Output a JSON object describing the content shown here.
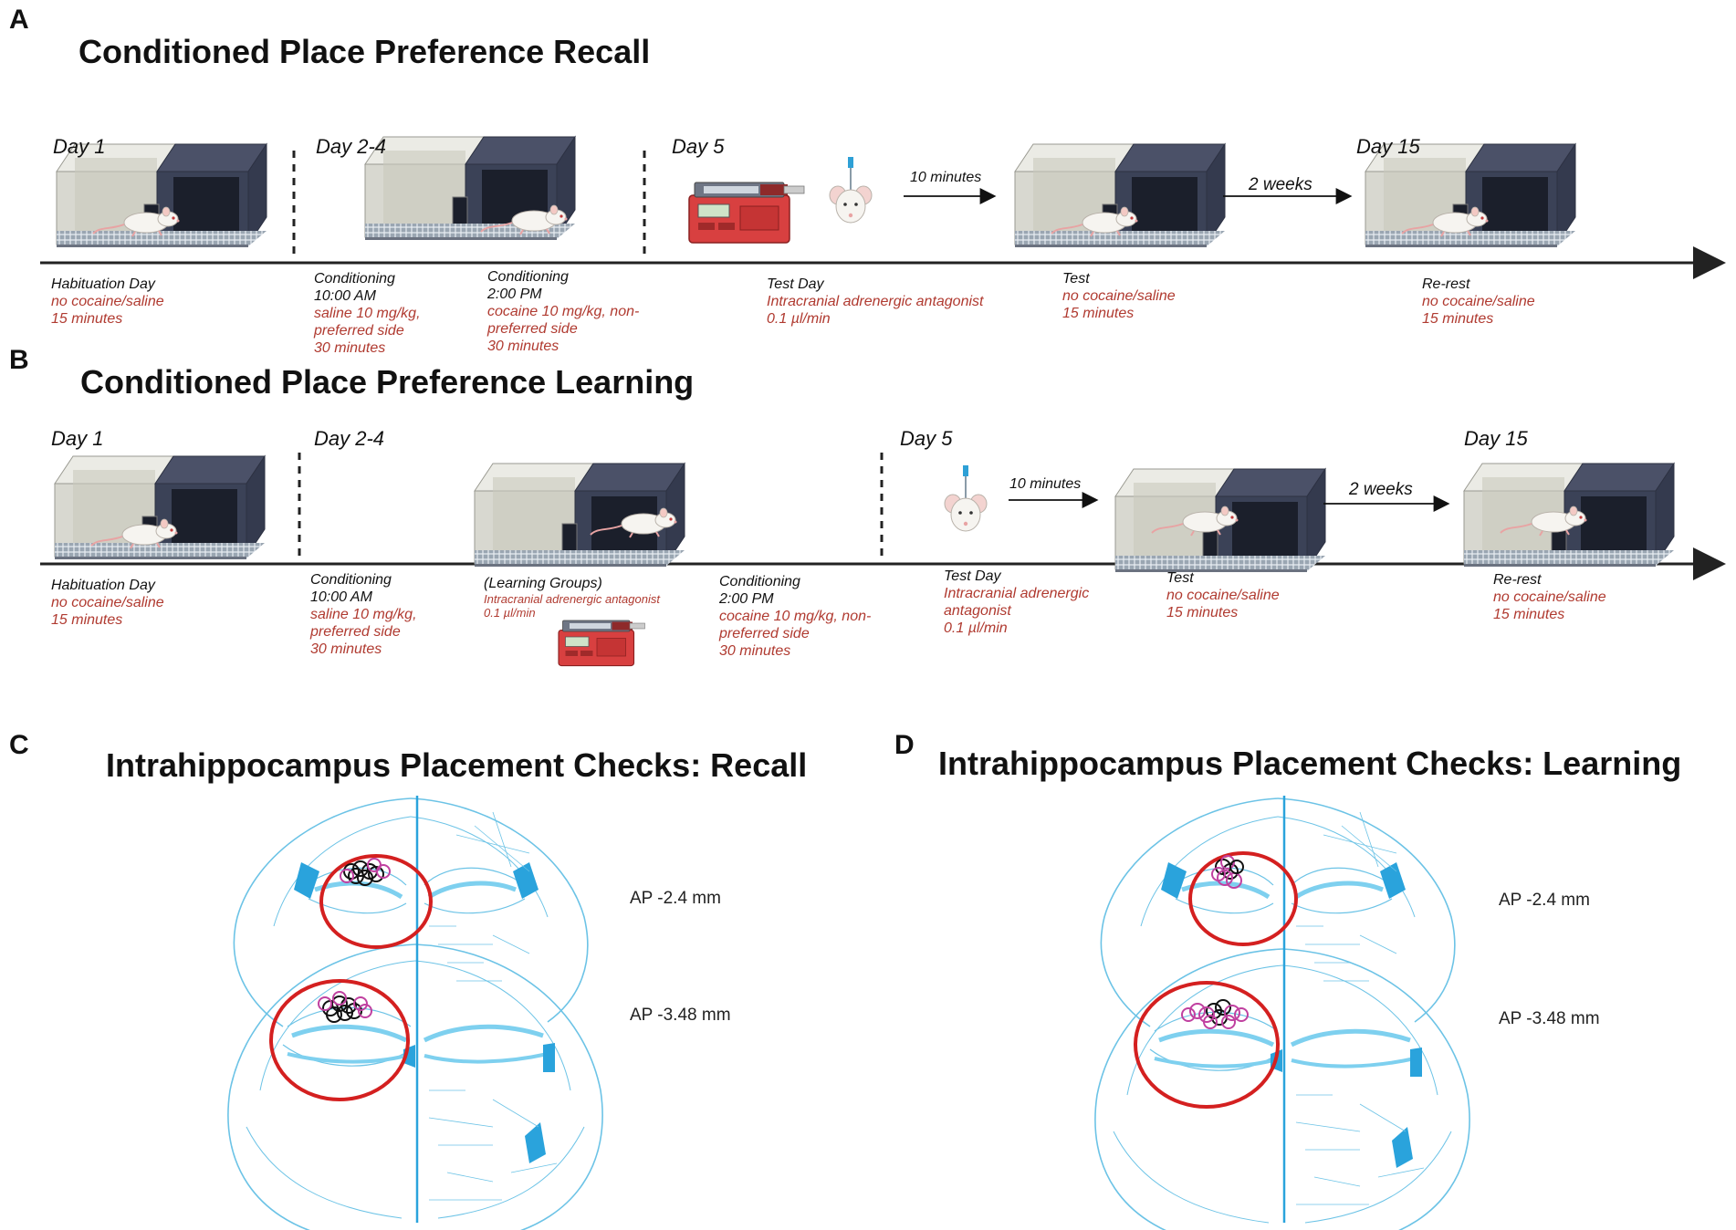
{
  "panelA": {
    "letter": "A",
    "title": "Conditioned Place Preference Recall",
    "days": [
      "Day 1",
      "Day 2-4",
      "Day 5",
      "Day 15"
    ],
    "arrows": {
      "ten_minutes": "10 minutes",
      "two_weeks": "2 weeks"
    },
    "notes": {
      "habituation": {
        "head": "Habituation Day",
        "lines": [
          "no cocaine/saline",
          "15 minutes"
        ]
      },
      "cond_am": {
        "head": [
          "Conditioning",
          "10:00 AM"
        ],
        "lines": [
          "saline 10 mg/kg,",
          "preferred side",
          "30 minutes"
        ]
      },
      "cond_pm": {
        "head": [
          "Conditioning",
          "2:00 PM"
        ],
        "lines": [
          "cocaine 10 mg/kg, non-",
          "preferred side",
          "30 minutes"
        ]
      },
      "test_day": {
        "head": "Test Day",
        "lines": [
          "Intracranial adrenergic antagonist"
        ],
        "tail": "0.1 µl/min"
      },
      "test": {
        "head": "Test",
        "lines": [
          "no cocaine/saline",
          "15 minutes"
        ]
      },
      "retest": {
        "head": "Re-rest",
        "lines": [
          "no cocaine/saline",
          "15 minutes"
        ]
      }
    }
  },
  "panelB": {
    "letter": "B",
    "title": "Conditioned Place Preference Learning",
    "days": [
      "Day 1",
      "Day 2-4",
      "Day 5",
      "Day 15"
    ],
    "arrows": {
      "ten_minutes": "10 minutes",
      "two_weeks": "2 weeks"
    },
    "notes": {
      "habituation": {
        "head": "Habituation Day",
        "lines": [
          "no cocaine/saline",
          "15 minutes"
        ]
      },
      "cond_am": {
        "head": [
          "Conditioning",
          "10:00 AM"
        ],
        "lines": [
          "saline 10 mg/kg,",
          "preferred side",
          "30 minutes"
        ]
      },
      "learning": {
        "head": "(Learning Groups)",
        "lines": [
          "Intracranial adrenergic antagonist"
        ],
        "tail": "0.1 µl/min"
      },
      "cond_pm": {
        "head": [
          "Conditioning",
          "2:00 PM"
        ],
        "lines": [
          "cocaine 10 mg/kg, non-",
          "preferred side",
          "30 minutes"
        ]
      },
      "test_day": {
        "head": "Test Day",
        "lines": [
          "Intracranial adrenergic",
          "antagonist"
        ],
        "tail": "0.1 µl/min"
      },
      "test": {
        "head": "Test",
        "lines": [
          "no cocaine/saline",
          "15 minutes"
        ]
      },
      "retest": {
        "head": "Re-rest",
        "lines": [
          "no cocaine/saline",
          "15 minutes"
        ]
      }
    }
  },
  "panelC": {
    "letter": "C",
    "title": "Intrahippocampus Placement Checks: Recall",
    "ap_upper": "AP -2.4 mm",
    "ap_lower": "AP -3.48 mm"
  },
  "panelD": {
    "letter": "D",
    "title": "Intrahippocampus Placement Checks: Learning",
    "ap_upper": "AP -2.4 mm",
    "ap_lower": "AP -3.48 mm"
  },
  "colors": {
    "note_red": "#b03a30",
    "atlas_line": "#4fb3d9",
    "ventricle": "#2aa3dc",
    "target_circle": "#d42020",
    "placement_black": "#111111",
    "placement_magenta": "#c040a0",
    "cage_light": "#dcdcd4",
    "cage_dark": "#3b4257",
    "pump_red": "#d84040"
  }
}
